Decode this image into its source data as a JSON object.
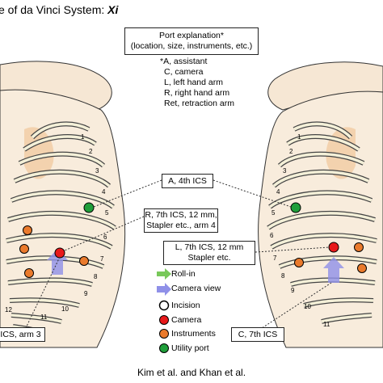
{
  "title": {
    "prefix": "e of da Vinci System: ",
    "system": "Xi"
  },
  "port_explanation": {
    "heading": "Port explanation*",
    "subheading": "(location, size, instruments, etc.)",
    "items": [
      "*A, assistant",
      "C, camera",
      "L, left hand arm",
      "R, right hand arm",
      "Ret, retraction arm"
    ]
  },
  "callouts": {
    "a": "A, 4th ICS",
    "r_line1": "R, 7th ICS, 12 mm,",
    "r_line2": "Stapler etc., arm 4",
    "l_line1": "L, 7th ICS, 12 mm",
    "l_line2": "Stapler etc.",
    "c": "C, 7th ICS",
    "left_bottom": "ICS, arm 3"
  },
  "legend": {
    "roll_in": "Roll-in",
    "camera_view": "Camera view",
    "incision": "Incision",
    "camera": "Camera",
    "instruments": "Instruments",
    "utility_port": "Utility port"
  },
  "rib_numbers": {
    "left": [
      "1",
      "2",
      "3",
      "4",
      "5",
      "6",
      "7",
      "8",
      "9",
      "10",
      "11",
      "12"
    ],
    "right": [
      "1",
      "2",
      "3",
      "4",
      "5",
      "6",
      "7",
      "8",
      "9",
      "10",
      "11"
    ]
  },
  "colors": {
    "camera": "#e8191b",
    "instruments": "#ea7a2c",
    "utility": "#1f9e3a",
    "roll_in": "#78c85a",
    "camera_view": "#8f90e8",
    "skin": "#f6e7d4",
    "bone_fill": "#f4f0d8",
    "bone_stroke": "#444444"
  },
  "credit": "Kim et al. and Khan et al."
}
